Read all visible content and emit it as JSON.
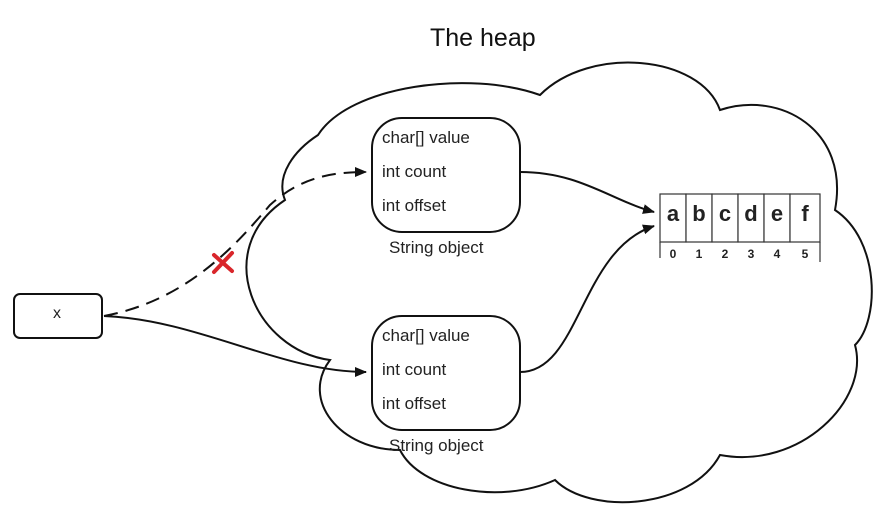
{
  "title": "The heap",
  "variable": {
    "label": "x"
  },
  "string_objects": [
    {
      "fields": [
        "char[] value",
        "int count",
        "int offset"
      ],
      "caption": "String object"
    },
    {
      "fields": [
        "char[] value",
        "int count",
        "int offset"
      ],
      "caption": "String object"
    }
  ],
  "char_array": {
    "chars": [
      "a",
      "b",
      "c",
      "d",
      "e",
      "f"
    ],
    "indices": [
      "0",
      "1",
      "2",
      "3",
      "4",
      "5"
    ]
  },
  "colors": {
    "line": "#111111",
    "cross": "#d9262b",
    "box_border": "#333333"
  }
}
